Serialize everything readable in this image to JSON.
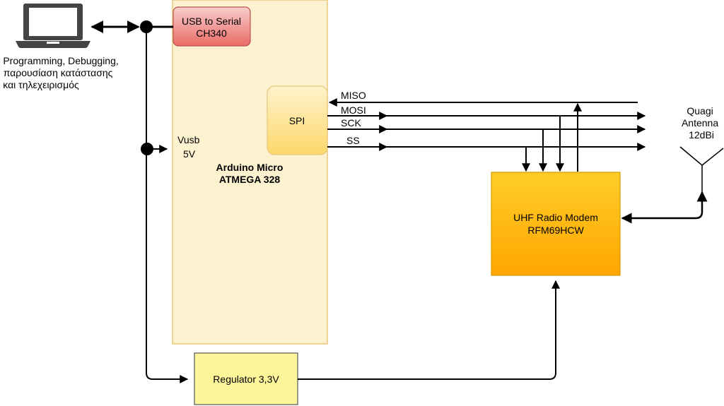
{
  "laptop": {
    "icon": "laptop-icon",
    "caption": [
      "Programming, Debugging,",
      "παρουσίαση κατάστασης",
      "και τηλεχειρισμός"
    ]
  },
  "arduino": {
    "title": "Arduino Micro",
    "subtitle": "ATMEGA 328",
    "fill": "#fdf2d0",
    "border": "#e8c77c"
  },
  "usb_serial": {
    "line1": "USB to Serial",
    "line2": "CH340",
    "fill": "#ea7272",
    "border": "#c0504d"
  },
  "spi": {
    "label": "SPI"
  },
  "vusb": {
    "line1": "Vusb",
    "line2": "5V"
  },
  "signals": {
    "miso": "MISO",
    "mosi": "MOSI",
    "sck": "SCK",
    "ss": "SS"
  },
  "radio": {
    "line1": "UHF Radio Modem",
    "line2": "RFM69HCW",
    "fill": "#fdb813",
    "border": "#d79b00"
  },
  "antenna": {
    "icon": "antenna-icon",
    "lines": [
      "Quagi",
      "Antenna",
      "12dBi"
    ]
  },
  "regulator": {
    "label": "Regulator 3,3V",
    "fill": "#fdf59a",
    "border": "#555555"
  }
}
